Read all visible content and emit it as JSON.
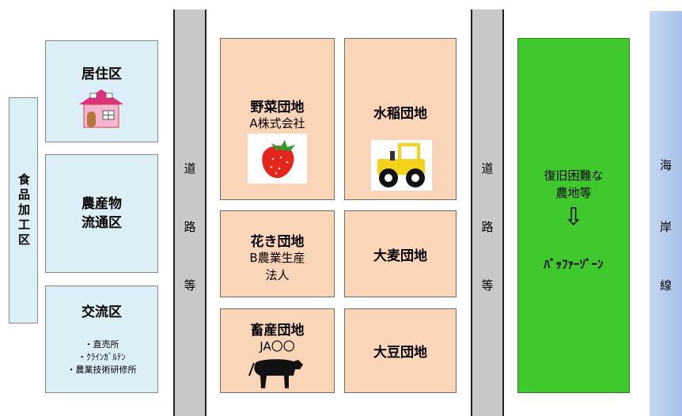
{
  "food_processing": {
    "label": "食品加工区"
  },
  "zones": {
    "residential": {
      "label": "居住区"
    },
    "distribution": {
      "label_line1": "農産物",
      "label_line2": "流通区"
    },
    "exchange": {
      "label": "交流区",
      "items": [
        "・直売所",
        "・ｸﾗｲﾝｶﾞﾙﾃﾝ",
        "・農業技術研修所"
      ]
    }
  },
  "road": {
    "chars": [
      "道",
      "路",
      "等"
    ]
  },
  "parcels": {
    "vegetable": {
      "title": "野菜団地",
      "sub": "A株式会社"
    },
    "rice": {
      "title": "水稲団地"
    },
    "flower": {
      "title": "花き団地",
      "sub1": "B農業生産",
      "sub2": "法人"
    },
    "barley": {
      "title": "大麦団地"
    },
    "livestock": {
      "title": "畜産団地",
      "sub": "JA〇〇"
    },
    "soybean": {
      "title": "大豆団地"
    }
  },
  "buffer": {
    "line1": "復旧困難な",
    "line2": "農地等",
    "arrow": "⇩",
    "label": "ﾊﾞｯﾌｧｰｿﾞｰﾝ"
  },
  "coast": {
    "chars": [
      "海",
      "岸",
      "線"
    ]
  },
  "icons": [
    "house-icon",
    "strawberry-icon",
    "tractor-icon",
    "cow-icon"
  ],
  "colors": {
    "zone": "#dceef6",
    "parcel": "#fbd5b8",
    "road": "#c8c8c8",
    "buffer": "#3fc92d",
    "coast": "#b6cbee"
  }
}
